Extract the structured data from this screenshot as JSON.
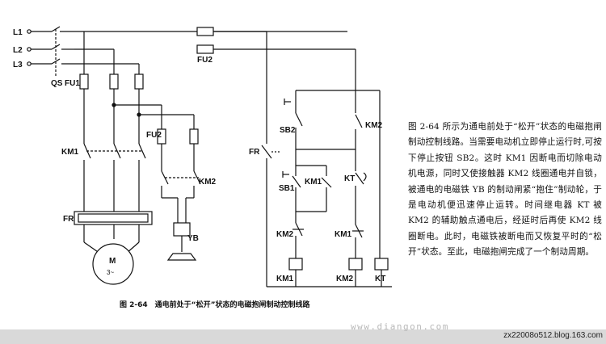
{
  "diagram": {
    "labels": {
      "l1": "L1",
      "l2": "L2",
      "l3": "L3",
      "qs": "QS",
      "fu1": "FU1",
      "fu2_top": "FU2",
      "fu2_mid": "FU2",
      "km1_main": "KM1",
      "km2_yb": "KM2",
      "fr_main": "FR",
      "yb": "YB",
      "motor_m": "M",
      "motor_phase": "3~",
      "sb2": "SB2",
      "km2_ctrl": "KM2",
      "fr_ctrl": "FR",
      "sb1": "SB1",
      "km1_hold": "KM1",
      "kt_contact": "KT",
      "km2_nc": "KM2",
      "km1_nc": "KM1",
      "coil_km1": "KM1",
      "coil_km2": "KM2",
      "coil_kt": "KT"
    }
  },
  "description": "图 2-64 所示为通电前处于“松开”状态的电磁抱闸制动控制线路。当需要电动机立即停止运行时,可按下停止按钮 SB2。这时 KM1 因断电而切除电动机电源，同时又使接触器 KM2 线圈通电并自锁，被通电的电磁铁 YB 的制动闸紧“抱住”制动轮，于是电动机便迅速停止运转。时间继电器 KT 被 KM2 的辅助触点通电后，经延时后再使 KM2 线圈断电。此时，电磁铁被断电而又恢复平时的“松开”状态。至此，电磁抱闸完成了一个制动周期。",
  "caption": "图 2-64　通电前处于“松开”状态的电磁抱闸制动控制线路",
  "watermark": "www.diangon.com",
  "credit": "zx22008o512.blog.163.com"
}
